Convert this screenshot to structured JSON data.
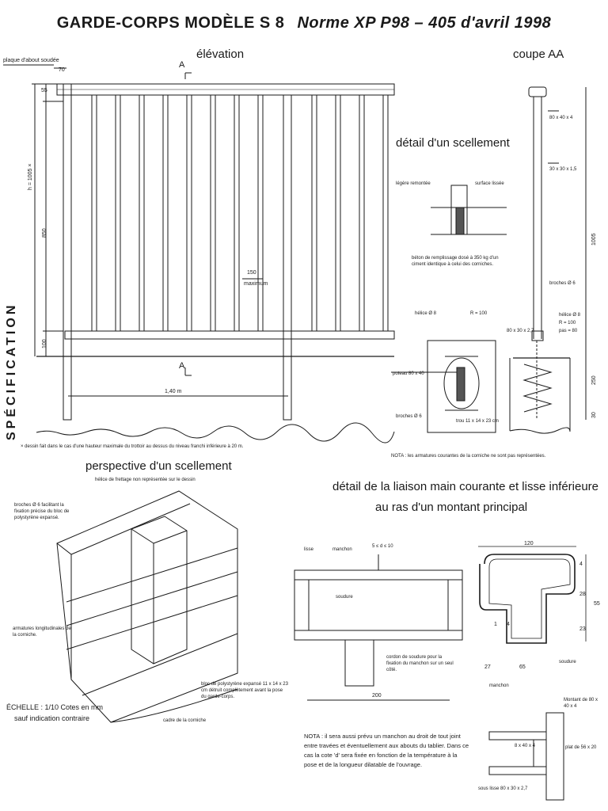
{
  "title": {
    "main": "GARDE-CORPS MODÈLE S 8",
    "norme": "Norme XP P98 – 405 d'avril 1998"
  },
  "labels": {
    "elevation": "élévation",
    "coupe": "coupe AA",
    "detail_scellement": "détail d'un scellement",
    "perspective": "perspective d'un scellement",
    "perspective_note": "hélice de frettage non représentée sur le dessin",
    "liaison_line1": "détail de la liaison main courante et lisse inférieure",
    "liaison_line2": "au ras d'un montant principal",
    "specification": "SPÉCIFICATION",
    "plaque": "plaque d'about soudée",
    "footnote": "× dessin fait dans le cas d'une hauteur maximale du trottoir au dessus du niveau franchi inférieure à 20 m.",
    "nota_armatures": "NOTA : les armatures courantes de la corniche ne sont pas représentées.",
    "echelle": "ÉCHELLE : 1/10   Cotes en mm",
    "echelle2": "sauf indication contraire",
    "nota_manchon": "NOTA : il sera aussi prévu un manchon au droit de tout joint entre travées et éventuellement aux abouts du tablier. Dans ce cas la cote 'd' sera fixée en fonction de la température à la pose et de la longueur dilatable de l'ouvrage.",
    "legere": "légère remontée",
    "surface": "surface lissée",
    "beton": "béton de remplissage dosé à 350 kg d'un ciment identique à celui des corniches.",
    "helice1": "hélice Ø 8",
    "r100": "R = 100",
    "poteau": "poteau 80 x 40",
    "broches": "broches Ø 6",
    "trou": "trou 11 x 14 x 23 cm",
    "c80x40": "80 x 40 x 4",
    "c30x30": "30 x 30 x 1,5",
    "broches6": "broches Ø 6",
    "helice2": "hélice Ø 8",
    "r100b": "R = 100",
    "pas": "pas = 80",
    "c80x30": "80 x 30 x 2,7",
    "d1005": "1005",
    "d250": "250",
    "d30": "30",
    "d70": "70",
    "d55": "55",
    "h1005": "h = 1005 ×",
    "d850": "850",
    "d100": "100",
    "d150": "150",
    "maximum": "maximum",
    "d140m": "1,40 m",
    "markA": "A",
    "broches_persp": "broches Ø 6 facilitant la fixation précise du bloc de polystyrène expansé.",
    "armatures_long": "armatures longitudinales de la corniche.",
    "bloc": "bloc de polystyrène expansé 11 x 14 x 23 cm détruit complètement avant la pose du garde-corps.",
    "cadre": "cadre de la corniche",
    "lisse": "lisse",
    "manchon": "manchon",
    "soudure": "soudure",
    "dsup": "5 ≤ d ≤ 10",
    "cordon": "cordon de soudure pour la fixation du manchon sur un seul côté.",
    "d200": "200",
    "d120": "120",
    "d4": "4",
    "d28": "28",
    "d23": "23",
    "d55b": "55",
    "d65": "65",
    "d27": "27",
    "d1": "1",
    "d4b": "4",
    "soudure2": "soudure",
    "manchon2": "manchon",
    "montant": "Montant de 80 x 40 x 4",
    "plat": "plat de 56 x 20",
    "c80x40b": "8 x 40 x 4",
    "sous_lisse": "sous lisse 80 x 30 x 2,7"
  },
  "colors": {
    "ink": "#1a1a1a",
    "paper": "#ffffff"
  }
}
